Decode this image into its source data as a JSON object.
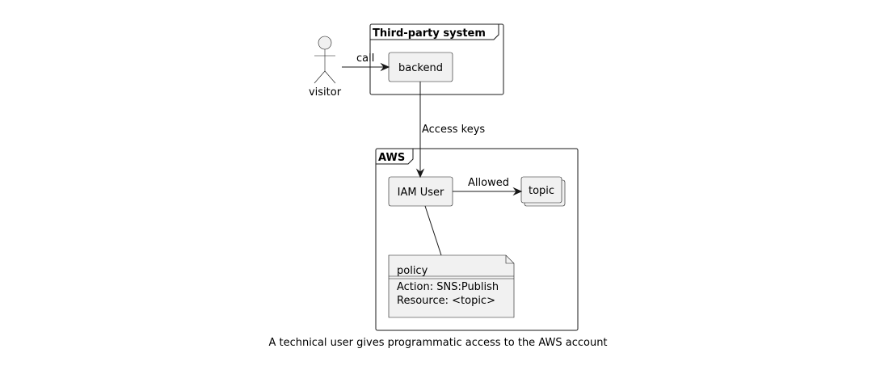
{
  "diagram": {
    "frames": {
      "third_party": {
        "title": "Third-party system"
      },
      "aws": {
        "title": "AWS"
      }
    },
    "actor": {
      "label": "visitor"
    },
    "nodes": {
      "backend": {
        "label": "backend"
      },
      "iam_user": {
        "label": "IAM User"
      },
      "topic": {
        "label": "topic"
      },
      "policy": {
        "title": "policy",
        "lines": [
          "Action: SNS:Publish",
          "Resource: <topic>"
        ]
      }
    },
    "edges": {
      "visitor_to_backend": {
        "label": "call"
      },
      "backend_to_iam": {
        "label": "Access keys"
      },
      "iam_to_topic": {
        "label": "Allowed"
      }
    },
    "caption": "A technical user gives programmatic access to the AWS account"
  }
}
